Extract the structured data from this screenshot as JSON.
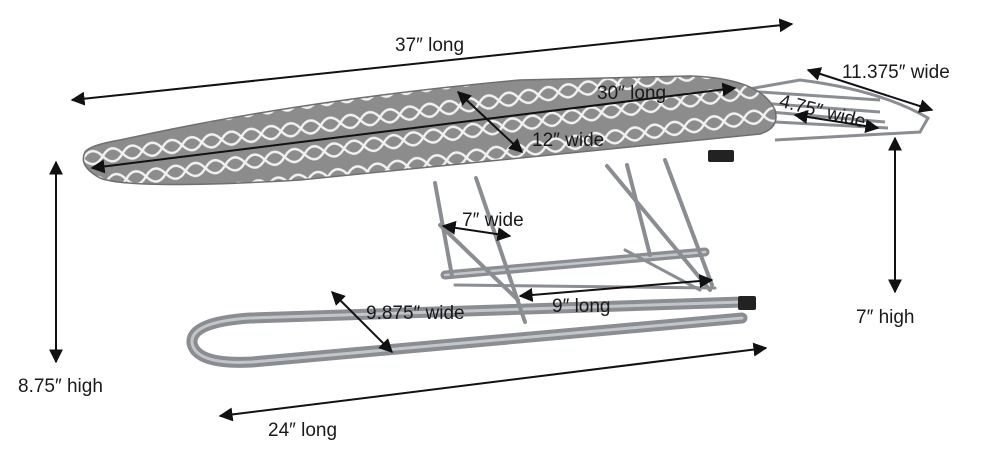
{
  "labels": {
    "overall_length": "37″ long",
    "cover_length": "30″ long",
    "cover_width": "12″ wide",
    "rest_width": "11.375″ wide",
    "rest_inner_width": "4.75″ wide",
    "leg_width": "7″ wide",
    "base_width": "9.875″ wide",
    "brace_length": "9″ long",
    "rest_height": "7″ high",
    "total_height": "8.75″ high",
    "base_length": "24″ long"
  },
  "colors": {
    "cover": "#8c8c8c",
    "pattern": "#f2f2f2",
    "steel": "#8a8e93",
    "arrow": "#111111"
  }
}
